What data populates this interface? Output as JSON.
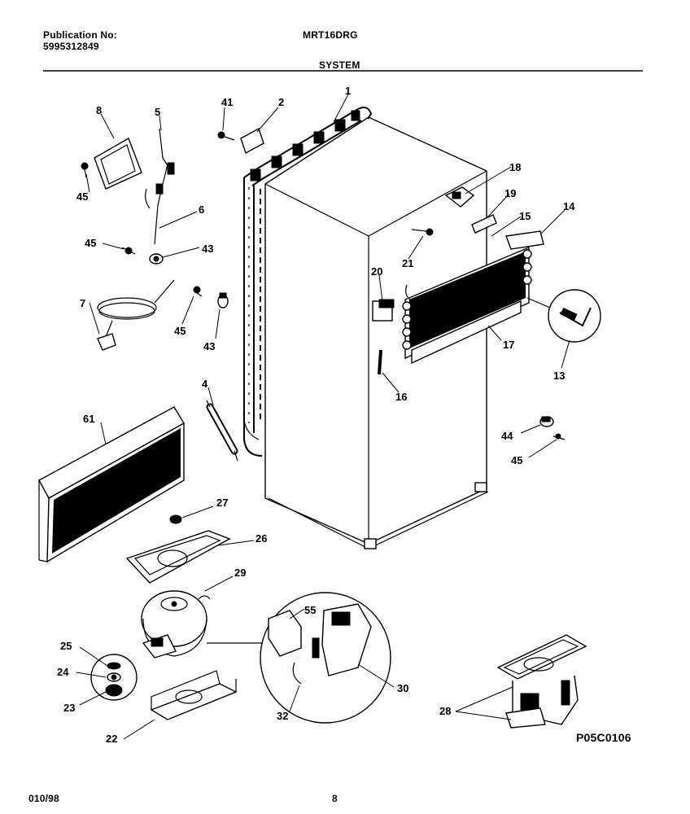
{
  "header": {
    "publication_label": "Publication No:",
    "publication_number": "5995312849",
    "model": "MRT16DRG",
    "section": "SYSTEM"
  },
  "footer": {
    "date_code": "010/98",
    "page": "8"
  },
  "diagram_code": "P05C0106",
  "callouts": {
    "c1": "1",
    "c2": "2",
    "c4": "4",
    "c5": "5",
    "c6": "6",
    "c7": "7",
    "c8": "8",
    "c13": "13",
    "c14": "14",
    "c15": "15",
    "c16": "16",
    "c17": "17",
    "c18": "18",
    "c19": "19",
    "c20": "20",
    "c21": "21",
    "c22": "22",
    "c23": "23",
    "c24": "24",
    "c25": "25",
    "c26": "26",
    "c27": "27",
    "c28": "28",
    "c29": "29",
    "c30": "30",
    "c32": "32",
    "c41": "41",
    "c43a": "43",
    "c43b": "43",
    "c44": "44",
    "c45a": "45",
    "c45b": "45",
    "c45c": "45",
    "c45d": "45",
    "c55": "55",
    "c61": "61"
  }
}
